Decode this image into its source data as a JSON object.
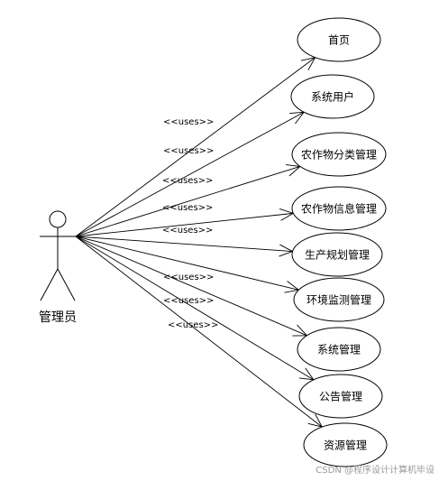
{
  "actor": {
    "label": "管理员"
  },
  "stereotype": "<<uses>>",
  "use_cases": [
    {
      "id": "home",
      "label": "首页"
    },
    {
      "id": "system-users",
      "label": "系统用户"
    },
    {
      "id": "crop-category",
      "label": "农作物分类管理"
    },
    {
      "id": "crop-info",
      "label": "农作物信息管理"
    },
    {
      "id": "production-plan",
      "label": "生产规划管理"
    },
    {
      "id": "env-monitor",
      "label": "环境监测管理"
    },
    {
      "id": "system-manage",
      "label": "系统管理"
    },
    {
      "id": "notice-manage",
      "label": "公告管理"
    },
    {
      "id": "resource-manage",
      "label": "资源管理"
    }
  ],
  "watermark": "CSDN @程序设计计算机毕设"
}
